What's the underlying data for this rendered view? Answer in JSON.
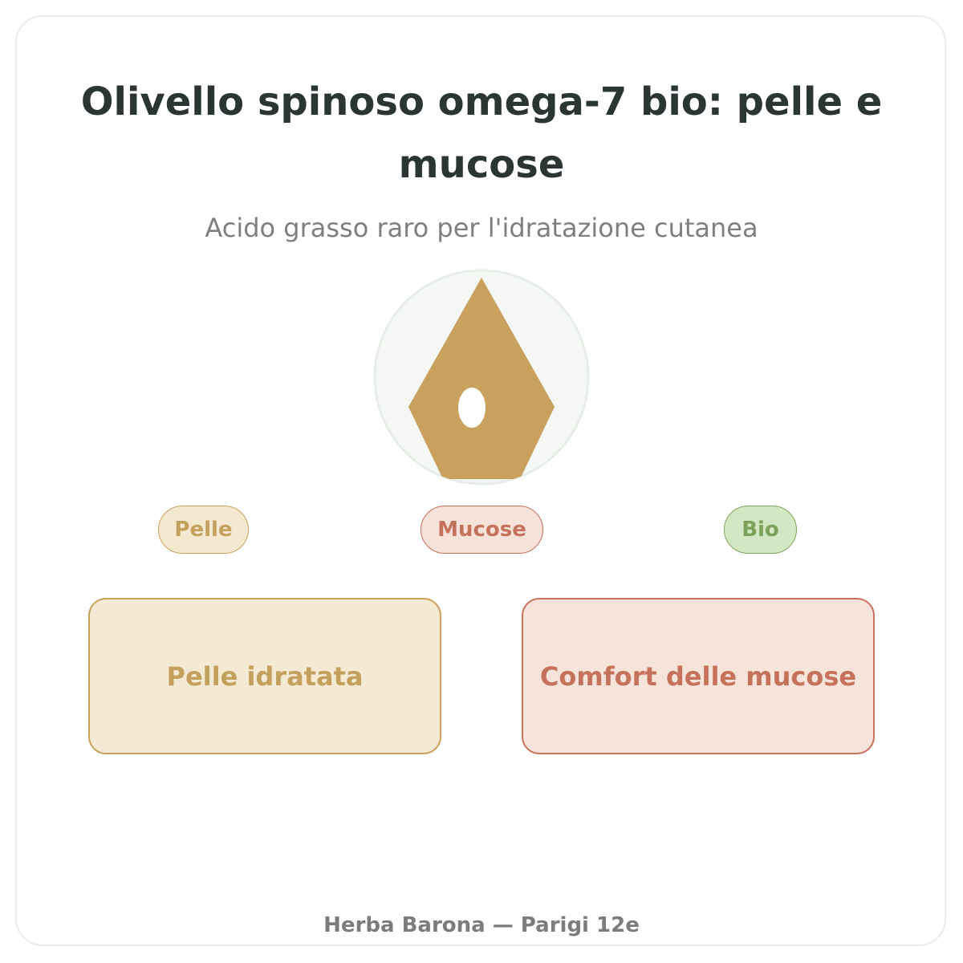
{
  "title": "Olivello spinoso omega-7 bio: pelle e mucose",
  "subtitle": "Acido grasso raro per l'idratazione cutanea",
  "emblem": {
    "icon": "sea-buckthorn-drop-icon",
    "circle_fill": "#f4f7f4",
    "circle_stroke": "#e7eee7",
    "shape_color": "#c8a15e"
  },
  "tags": [
    {
      "label": "Pelle",
      "color": "#c4a05e"
    },
    {
      "label": "Mucose",
      "color": "#c4725c"
    },
    {
      "label": "Bio",
      "color": "#7aa25b"
    }
  ],
  "benefits": [
    {
      "label": "Pelle idratata",
      "color": "#c4a05e"
    },
    {
      "label": "Comfort delle mucose",
      "color": "#c4725c"
    }
  ],
  "footer": "Herba Barona — Parigi 12e"
}
